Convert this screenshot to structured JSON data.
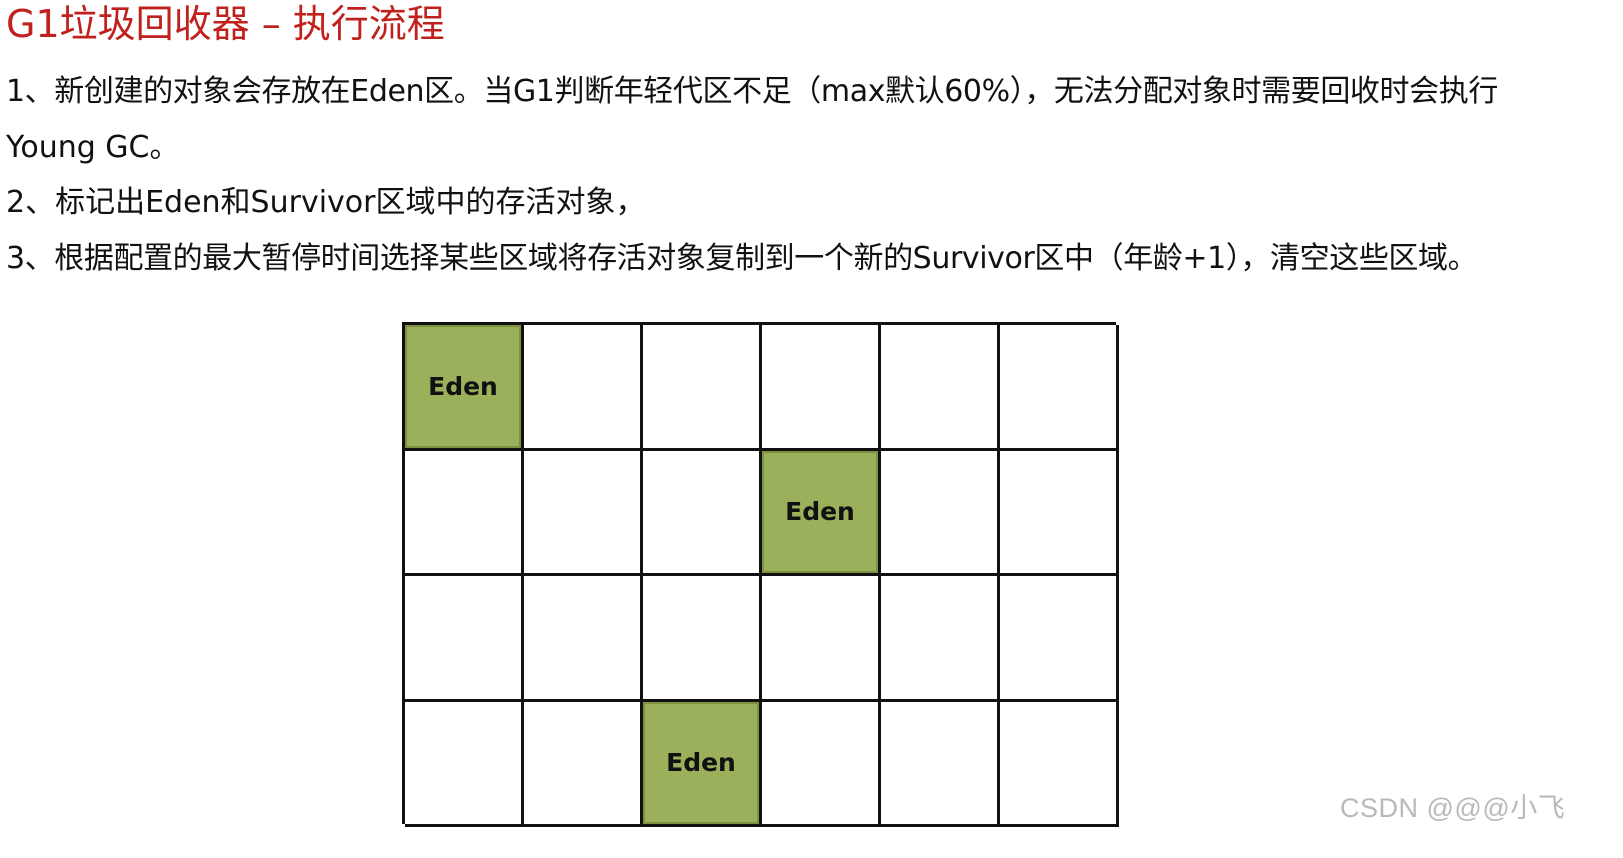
{
  "title": "G1垃圾回收器 – 执行流程",
  "steps": [
    "1、新创建的对象会存放在Eden区。当G1判断年轻代区不足（max默认60%），无法分配对象时需要回收时会执行",
    "Young GC。",
    "2、标记出Eden和Survivor区域中的存活对象，",
    "3、根据配置的最大暂停时间选择某些区域将存活对象复制到一个新的Survivor区中（年龄+1），清空这些区域。"
  ],
  "grid": {
    "rows": 4,
    "cols": 6,
    "region_label": "Eden",
    "eden_cells": [
      {
        "row": 1,
        "col": 1
      },
      {
        "row": 2,
        "col": 4
      },
      {
        "row": 4,
        "col": 3
      }
    ],
    "eden_color": "#9bb05a"
  },
  "watermark": "CSDN @@@小飞"
}
